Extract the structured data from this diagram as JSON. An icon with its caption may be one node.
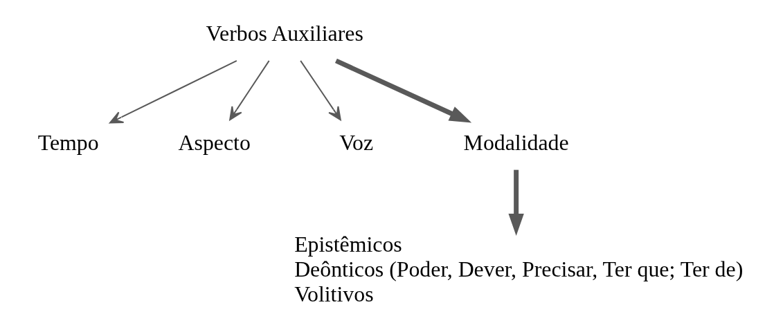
{
  "diagram": {
    "nodes": [
      {
        "text": [
          "Verbos Auxiliares"
        ]
      },
      {
        "text": [
          "Tempo"
        ]
      },
      {
        "text": [
          "Aspecto"
        ]
      },
      {
        "text": [
          "Voz"
        ]
      },
      {
        "text": [
          "Modalidade"
        ]
      },
      {
        "text": [
          "Epistêmicos",
          "Deônticos (Poder, Dever, Precisar, Ter que; Ter de)",
          "Volitivos"
        ]
      }
    ],
    "edges": [
      {
        "from": 0,
        "to": 1,
        "arrow": "to"
      },
      {
        "from": 0,
        "to": 2,
        "arrow": "to"
      },
      {
        "from": 0,
        "to": 3,
        "arrow": "to"
      },
      {
        "from": 0,
        "to": 4,
        "arrow": "to",
        "style": "thick"
      },
      {
        "from": 4,
        "to": 5,
        "arrow": "to",
        "style": "thick"
      }
    ]
  }
}
